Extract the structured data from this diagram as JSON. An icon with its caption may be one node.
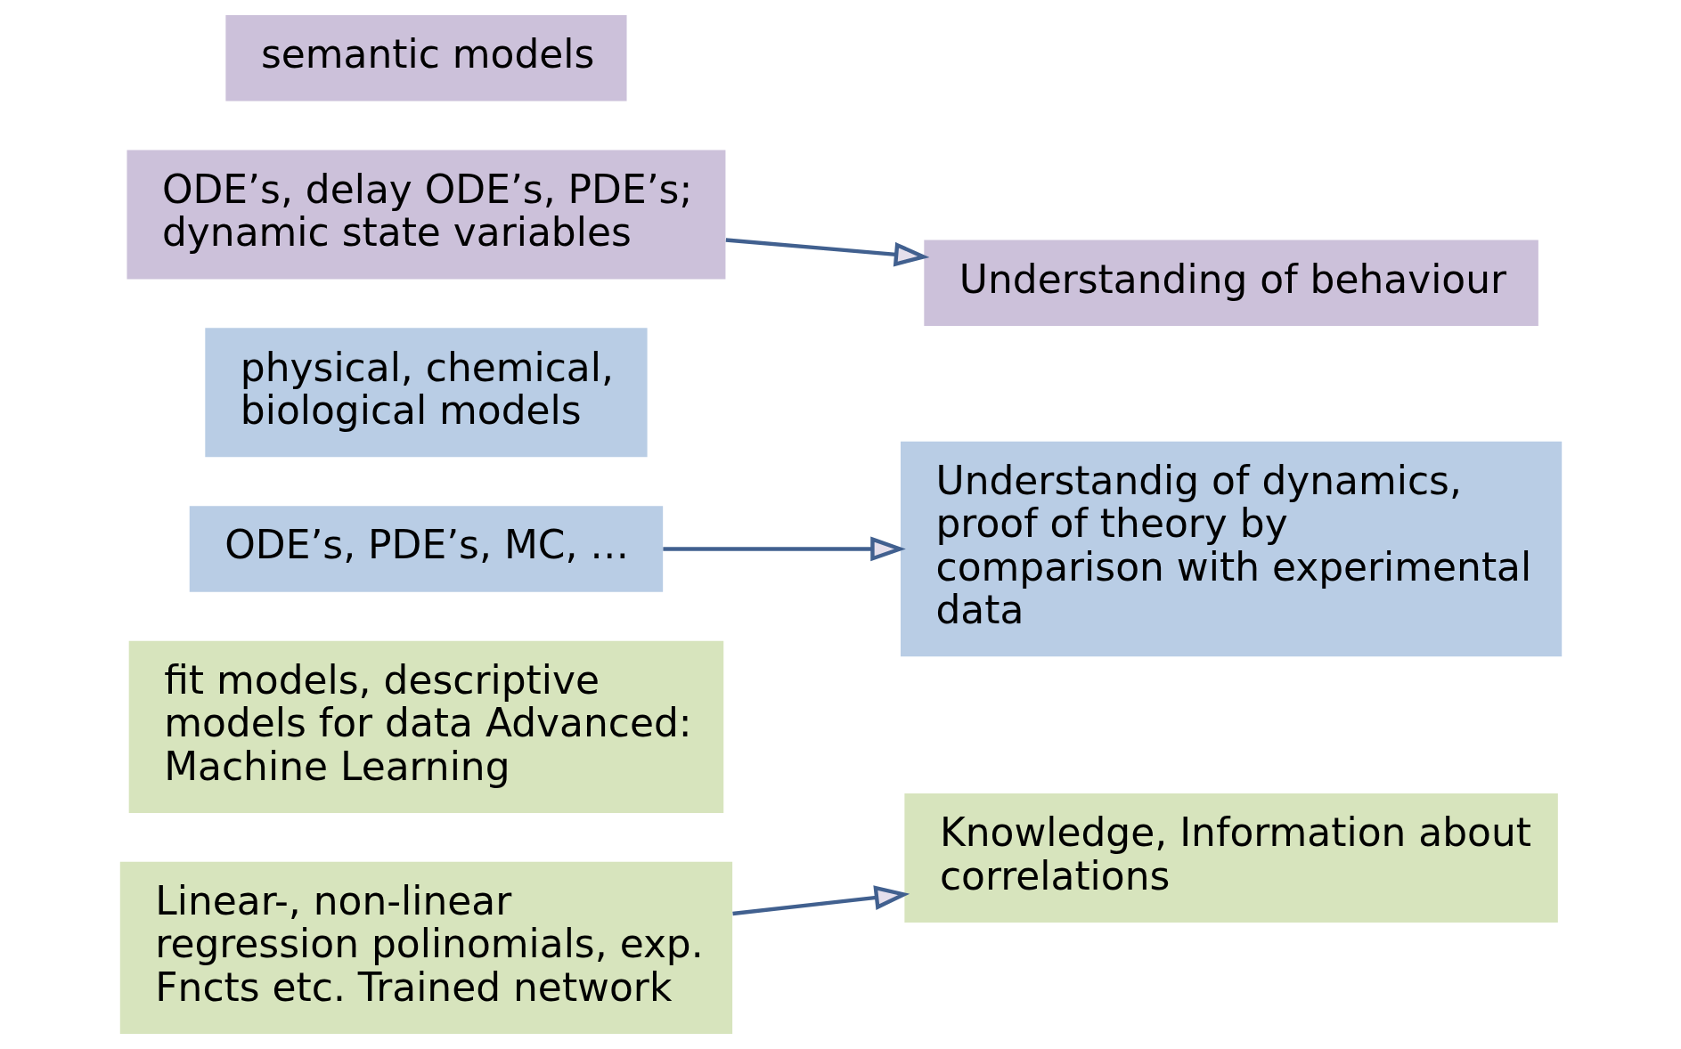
{
  "diagram": {
    "nodes": [
      {
        "text": [
          "semantic models"
        ]
      },
      {
        "text": [
          "ODE’s, delay ODE’s, PDE’s; dynamic state variables"
        ]
      },
      {
        "text": [
          "Understanding of behaviour"
        ]
      },
      {
        "text": [
          "physical, chemical, biological models"
        ]
      },
      {
        "text": [
          "ODE’s, PDE’s, MC, …"
        ]
      },
      {
        "text": [
          "Understandig of dynamics, proof of theory by comparison with experimental data"
        ]
      },
      {
        "text": [
          "fit models, descriptive models for data Advanced: Machine Learning"
        ]
      },
      {
        "text": [
          "Linear-, non-linear regression polinomials, exp. Fncts etc. Trained network"
        ]
      },
      {
        "text": [
          "Knowledge, Information about correlations"
        ]
      }
    ],
    "edges": [
      {
        "from": 1,
        "to": 2,
        "arrow": "to"
      },
      {
        "from": 4,
        "to": 5,
        "arrow": "to"
      },
      {
        "from": 7,
        "to": 8,
        "arrow": "to"
      }
    ]
  }
}
